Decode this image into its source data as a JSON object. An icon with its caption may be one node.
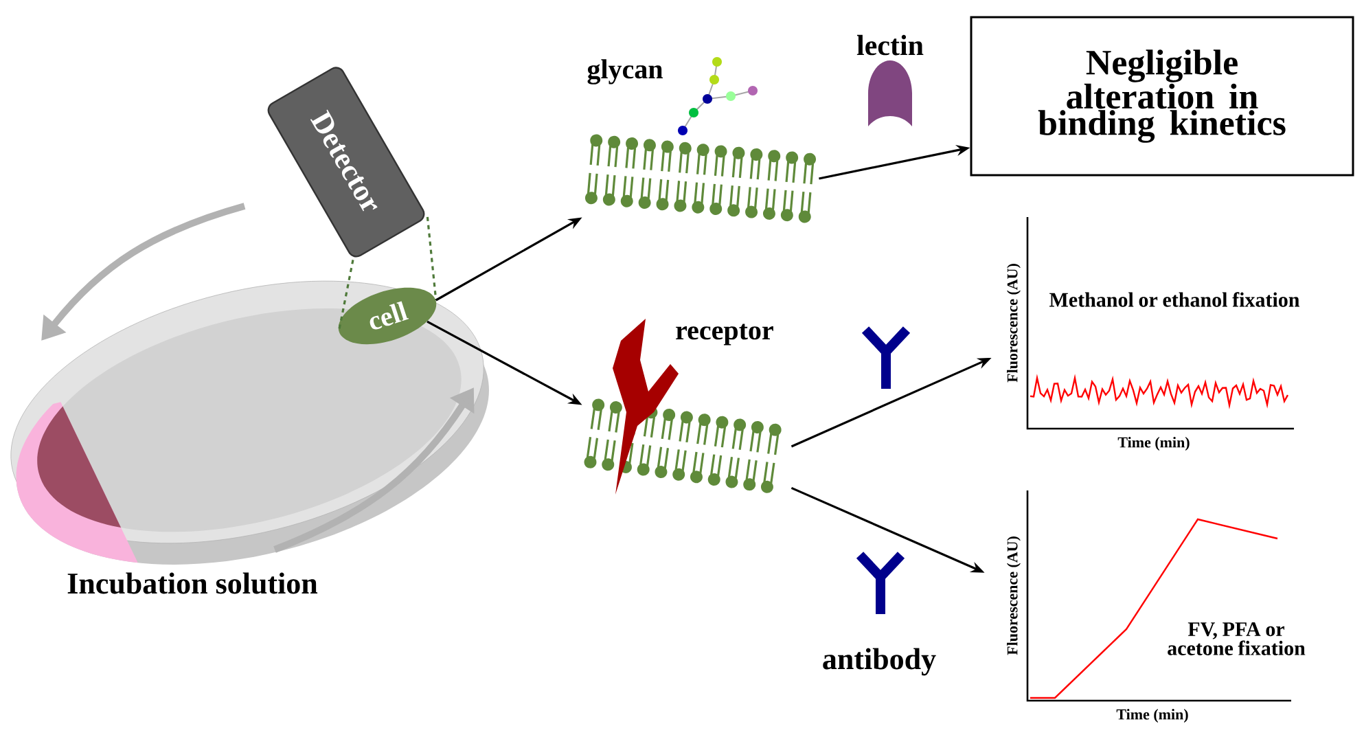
{
  "diagram": {
    "nodes": [
      {
        "text": [
          "Detector"
        ]
      },
      {
        "text": [
          "cell"
        ]
      },
      {
        "text": [
          "glycan"
        ]
      },
      {
        "text": [
          "receptor"
        ]
      },
      {
        "text": [
          "Negligible alteration in binding kinetics"
        ]
      },
      {
        "text": [
          "Methanol or ethanol fixation",
          "Fluorescence (AU)",
          "Time (min)"
        ]
      },
      {
        "text": [
          "FV, PFA or acetone fixation",
          "Fluorescence (AU)",
          "Time (min)"
        ]
      }
    ],
    "edges": [
      {
        "from": 0,
        "to": 1,
        "arrow": "none",
        "style": "dashed",
        "color": "#4f7a3a"
      },
      {
        "from": 0,
        "to": 1,
        "arrow": "none",
        "style": "dashed",
        "color": "#4f7a3a"
      },
      {
        "from": 1,
        "to": 2,
        "arrow": "to"
      },
      {
        "from": 1,
        "to": 3,
        "arrow": "to"
      },
      {
        "from": 2,
        "to": 4,
        "arrow": "to"
      },
      {
        "from": 3,
        "to": 5,
        "arrow": "to"
      },
      {
        "from": 3,
        "to": 6,
        "arrow": "to"
      }
    ],
    "labels": [
      "lectin",
      "Incubation solution",
      "antibody"
    ]
  }
}
